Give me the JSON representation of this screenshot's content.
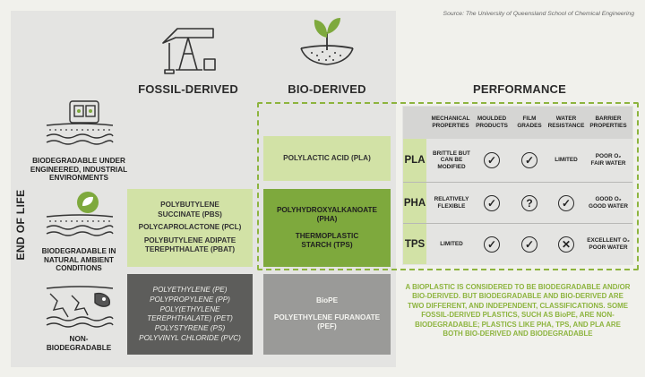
{
  "source": "Source: The University of Queensland School of Chemical Engineering",
  "columns": {
    "fossil": "FOSSIL-DERIVED",
    "bio": "BIO-DERIVED",
    "performance": "PERFORMANCE"
  },
  "side_label": "END OF LIFE",
  "rows": {
    "industrial": "BIODEGRADABLE UNDER ENGINEERED, INDUSTRIAL ENVIRONMENTS",
    "ambient": "BIODEGRADABLE IN NATURAL AMBIENT CONDITIONS",
    "non": "NON-BIODEGRADABLE"
  },
  "cells": {
    "bio_industrial": [
      "POLYLACTIC ACID (PLA)"
    ],
    "fossil_ambient": [
      "POLYBUTYLENE SUCCINATE (PBS)",
      "POLYCAPROLACTONE (PCL)",
      "POLYBUTYLENE ADIPATE TEREPHTHALATE (PBAT)"
    ],
    "bio_ambient": [
      "POLYHYDROXYALKANOATE (PHA)",
      "THERMOPLASTIC STARCH (TPS)"
    ],
    "fossil_non": [
      "POLYETHYLENE (PE)",
      "POLYPROPYLENE (PP)",
      "POLY(ETHYLENE TEREPHTHALATE) (PET)",
      "POLYSTYRENE (PS)",
      "POLYVINYL CHLORIDE (PVC)"
    ],
    "bio_non": [
      "BioPE",
      "POLYETHYLENE FURANOATE (PEF)"
    ]
  },
  "performance": {
    "headers": [
      "MECHANICAL PROPERTIES",
      "MOULDED PRODUCTS",
      "FILM GRADES",
      "WATER RESISTANCE",
      "BARRIER PROPERTIES"
    ],
    "rows": [
      {
        "code": "PLA",
        "mechanical": "BRITTLE BUT CAN BE MODIFIED",
        "moulded": "✓",
        "film": "✓",
        "water": "LIMITED",
        "barrier_1": "POOR O₂",
        "barrier_2": "FAIR WATER"
      },
      {
        "code": "PHA",
        "mechanical": "RELATIVELY FLEXIBLE",
        "moulded": "✓",
        "film": "?",
        "water": "✓",
        "barrier_1": "GOOD O₂",
        "barrier_2": "GOOD WATER"
      },
      {
        "code": "TPS",
        "mechanical": "LIMITED",
        "moulded": "✓",
        "film": "✓",
        "water": "✕",
        "barrier_1": "EXCELLENT O₂",
        "barrier_2": "POOR WATER"
      }
    ]
  },
  "note": "A BIOPLASTIC IS CONSIDERED TO BE BIODEGRADABLE AND/OR BIO-DERIVED. BUT BIODEGRADABLE AND BIO-DERIVED ARE TWO DIFFERENT, AND INDEPENDENT, CLASSIFICATIONS. SOME FOSSIL-DERIVED PLASTICS, SUCH AS BioPE, ARE NON-BIODEGRADABLE; PLASTICS LIKE PHA, TPS, AND PLA ARE BOTH BIO-DERIVED AND BIODEGRADABLE",
  "colors": {
    "light_green": "#d2e2a6",
    "mid_green": "#7ea93d",
    "dark_gray": "#5d5d5b",
    "mid_gray": "#9a9a98",
    "panel_gray": "#e4e4e2",
    "dash_green": "#8db43e",
    "note_green": "#8db43e"
  },
  "icons": [
    "oil-pump-icon",
    "sprout-icon",
    "industrial-composter-icon",
    "leaf-soil-icon",
    "dinosaur-fossil-icon"
  ]
}
